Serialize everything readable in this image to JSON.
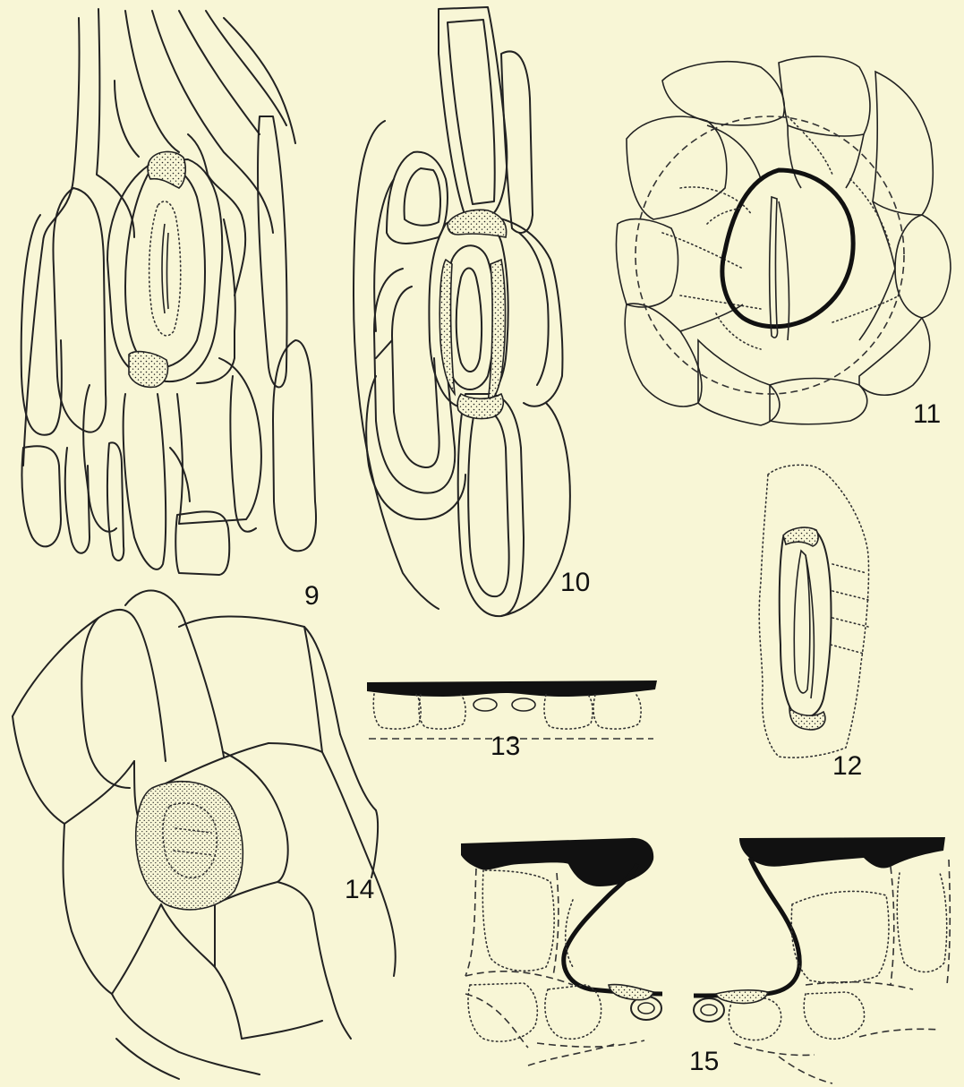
{
  "figures": [
    {
      "id": "fig-9",
      "label": "9"
    },
    {
      "id": "fig-10",
      "label": "10"
    },
    {
      "id": "fig-11",
      "label": "11"
    },
    {
      "id": "fig-12",
      "label": "12"
    },
    {
      "id": "fig-13",
      "label": "13"
    },
    {
      "id": "fig-14",
      "label": "14"
    },
    {
      "id": "fig-15",
      "label": "15"
    }
  ],
  "colors": {
    "paper": "#f8f6d6",
    "ink": "#111111"
  }
}
